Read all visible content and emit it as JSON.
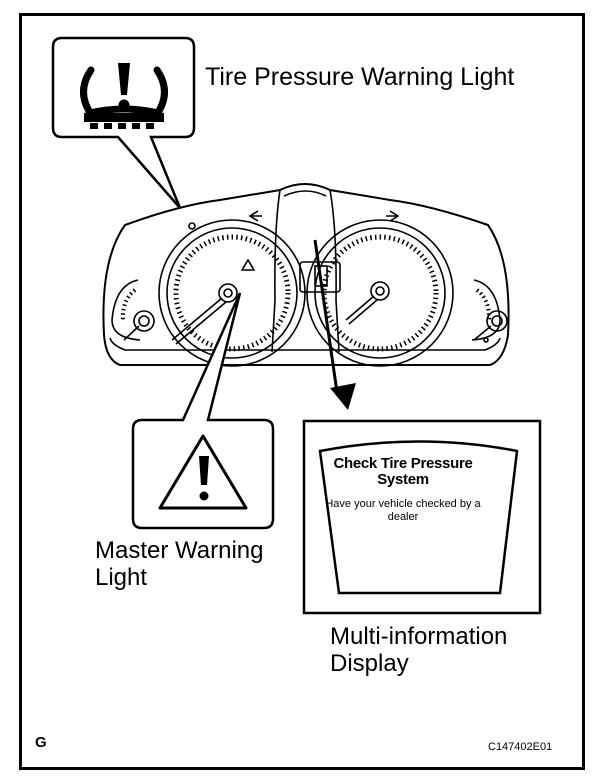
{
  "labels": {
    "tire_pressure": "Tire Pressure Warning Light",
    "master_warning": "Master Warning Light",
    "multi_info": "Multi-information Display"
  },
  "display": {
    "heading": "Check Tire Pressure System",
    "message": "Have your vehicle checked by a dealer"
  },
  "footer": {
    "section_mark": "G",
    "figure_code": "C147402E01"
  },
  "icons": {
    "tire_pressure": "tire-pressure-warning-icon",
    "master_warning": "triangle-exclamation-icon"
  }
}
